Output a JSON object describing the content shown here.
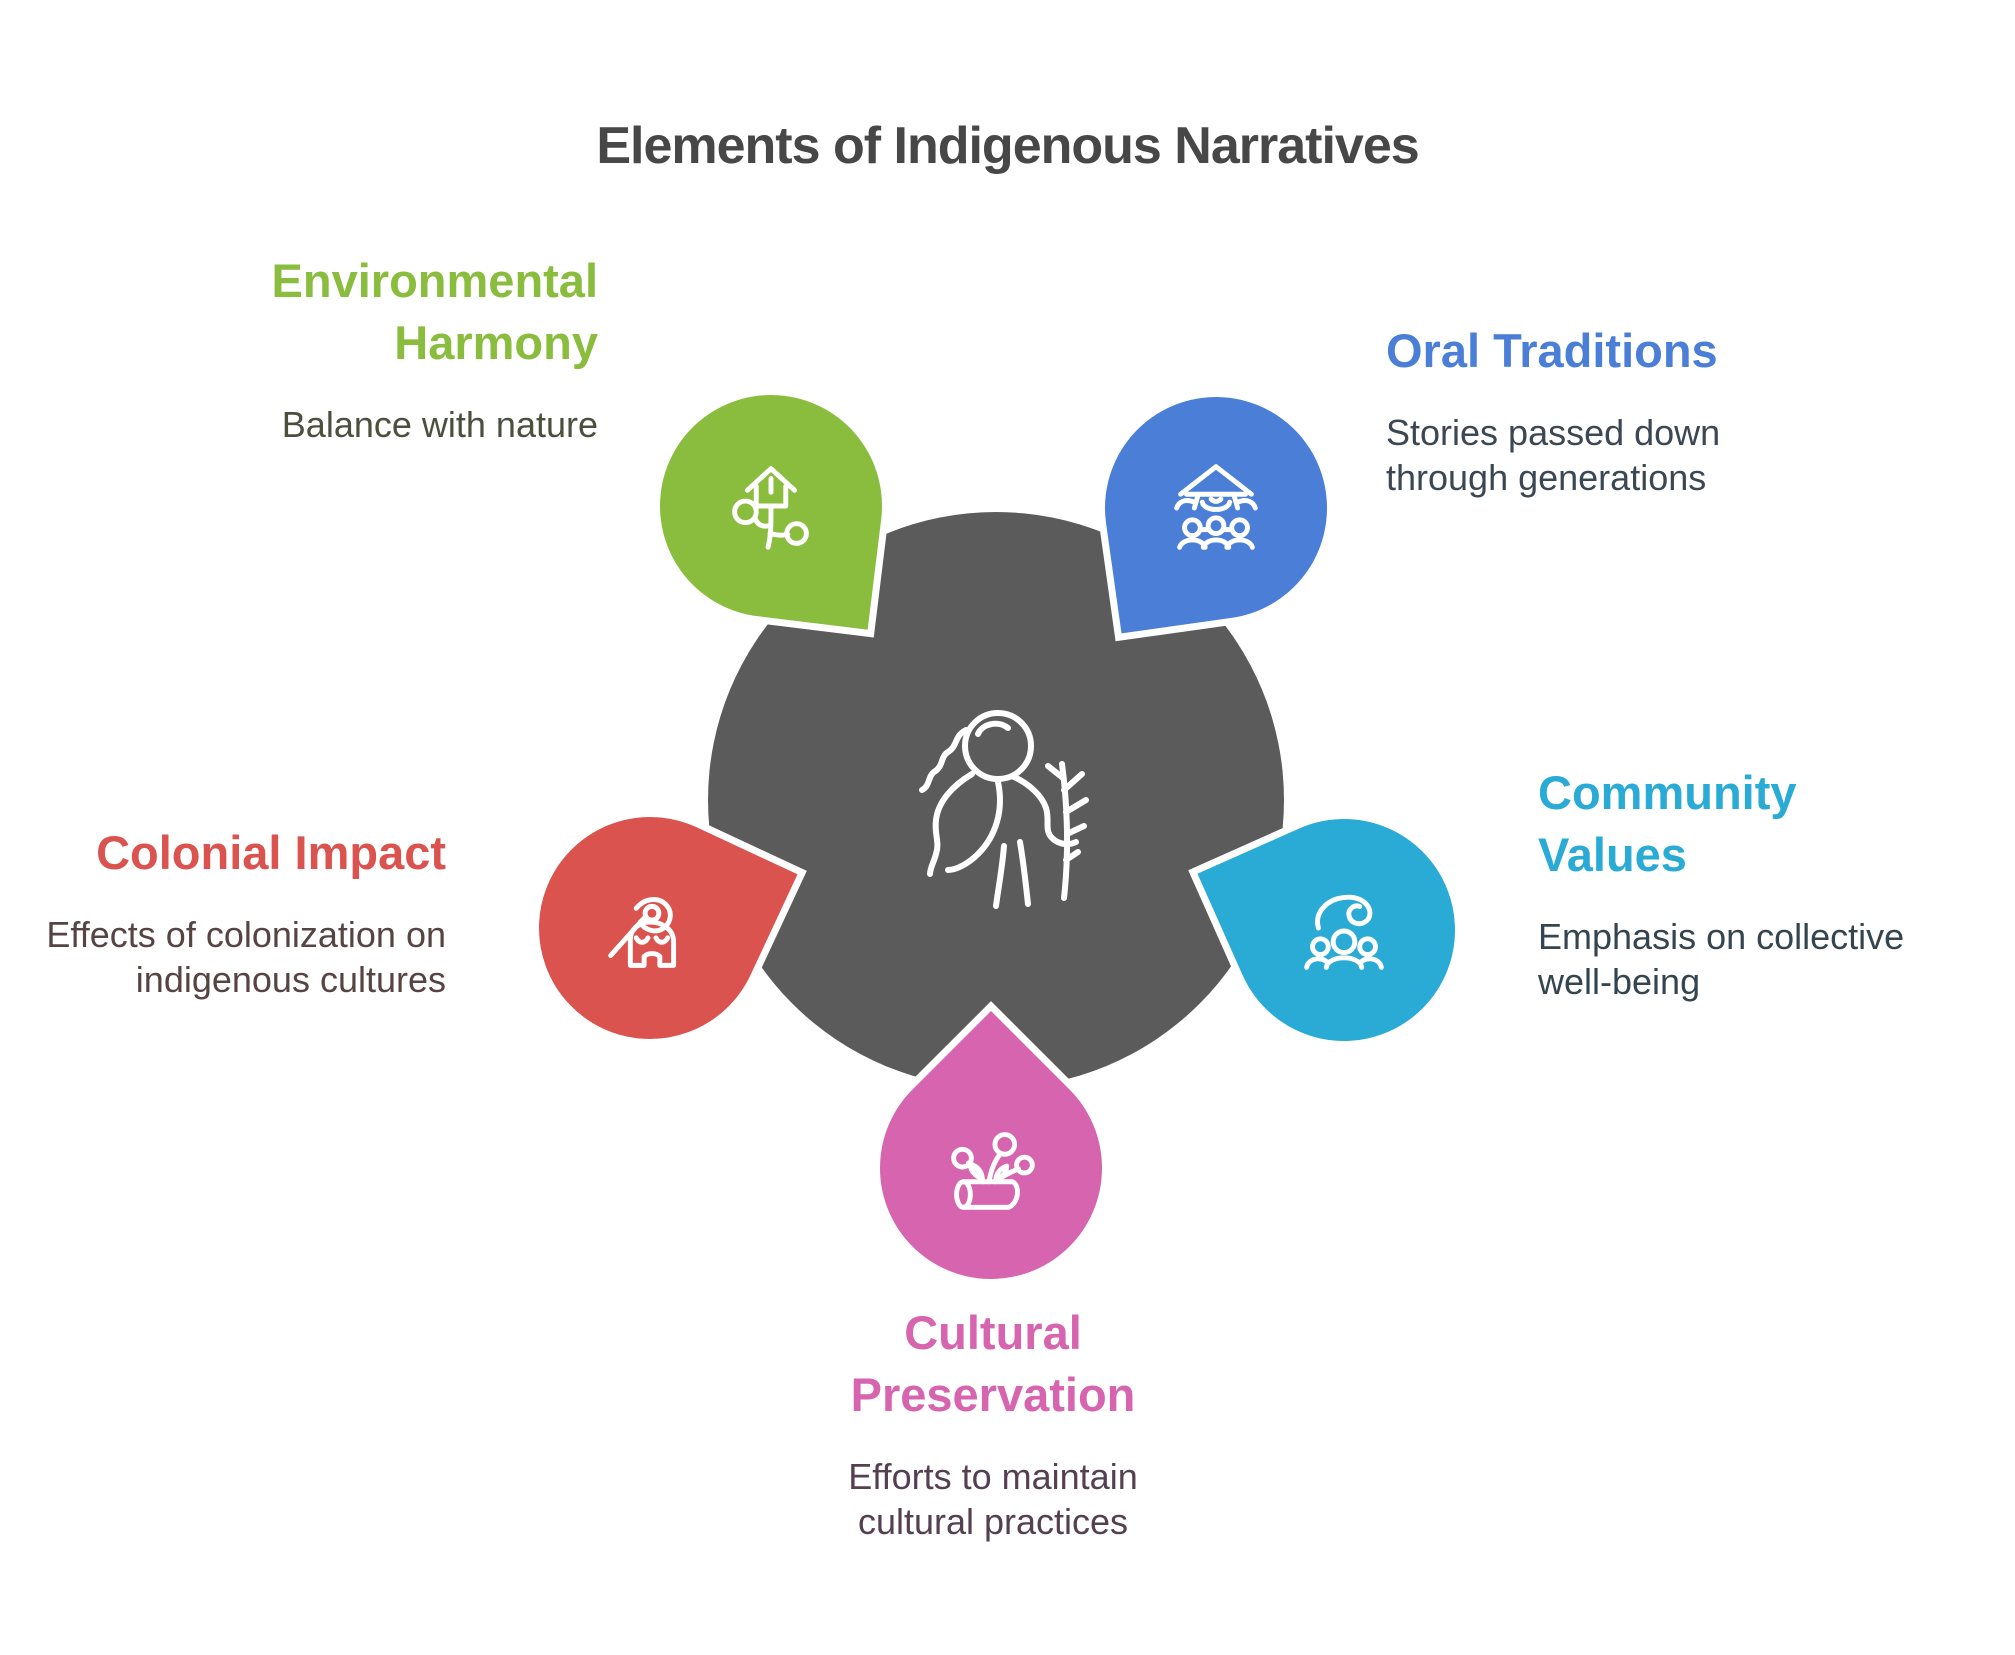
{
  "title": "Elements of Indigenous Narratives",
  "title_color": "#474747",
  "background_color": "#FFFFFF",
  "center": {
    "color": "#5B5B5B",
    "icon": "person-with-branch-icon",
    "icon_color": "#FFFFFF"
  },
  "items": [
    {
      "id": "environmental-harmony",
      "position": "top-left",
      "label": "Environmental Harmony",
      "description": "Balance with nature",
      "color": "#8ABD3E",
      "description_color": "#4B4F3E",
      "icon": "house-plant-icon"
    },
    {
      "id": "oral-traditions",
      "position": "top-right",
      "label": "Oral Traditions",
      "description": "Stories passed down through generations",
      "color": "#4A7ED7",
      "description_color": "#3C4754",
      "icon": "storyteller-icon"
    },
    {
      "id": "community-values",
      "position": "right",
      "label": "Community Values",
      "description": "Emphasis on collective well-being",
      "color": "#29ABD6",
      "description_color": "#354550",
      "icon": "hand-over-people-icon"
    },
    {
      "id": "cultural-preservation",
      "position": "bottom",
      "label": "Cultural Preservation",
      "description": "Efforts to maintain cultural practices",
      "color": "#D664AF",
      "description_color": "#544050",
      "icon": "sprouting-log-icon"
    },
    {
      "id": "colonial-impact",
      "position": "left",
      "label": "Colonial Impact",
      "description": "Effects of colonization on indigenous cultures",
      "color": "#DA534F",
      "description_color": "#564442",
      "icon": "axe-mask-icon"
    }
  ]
}
